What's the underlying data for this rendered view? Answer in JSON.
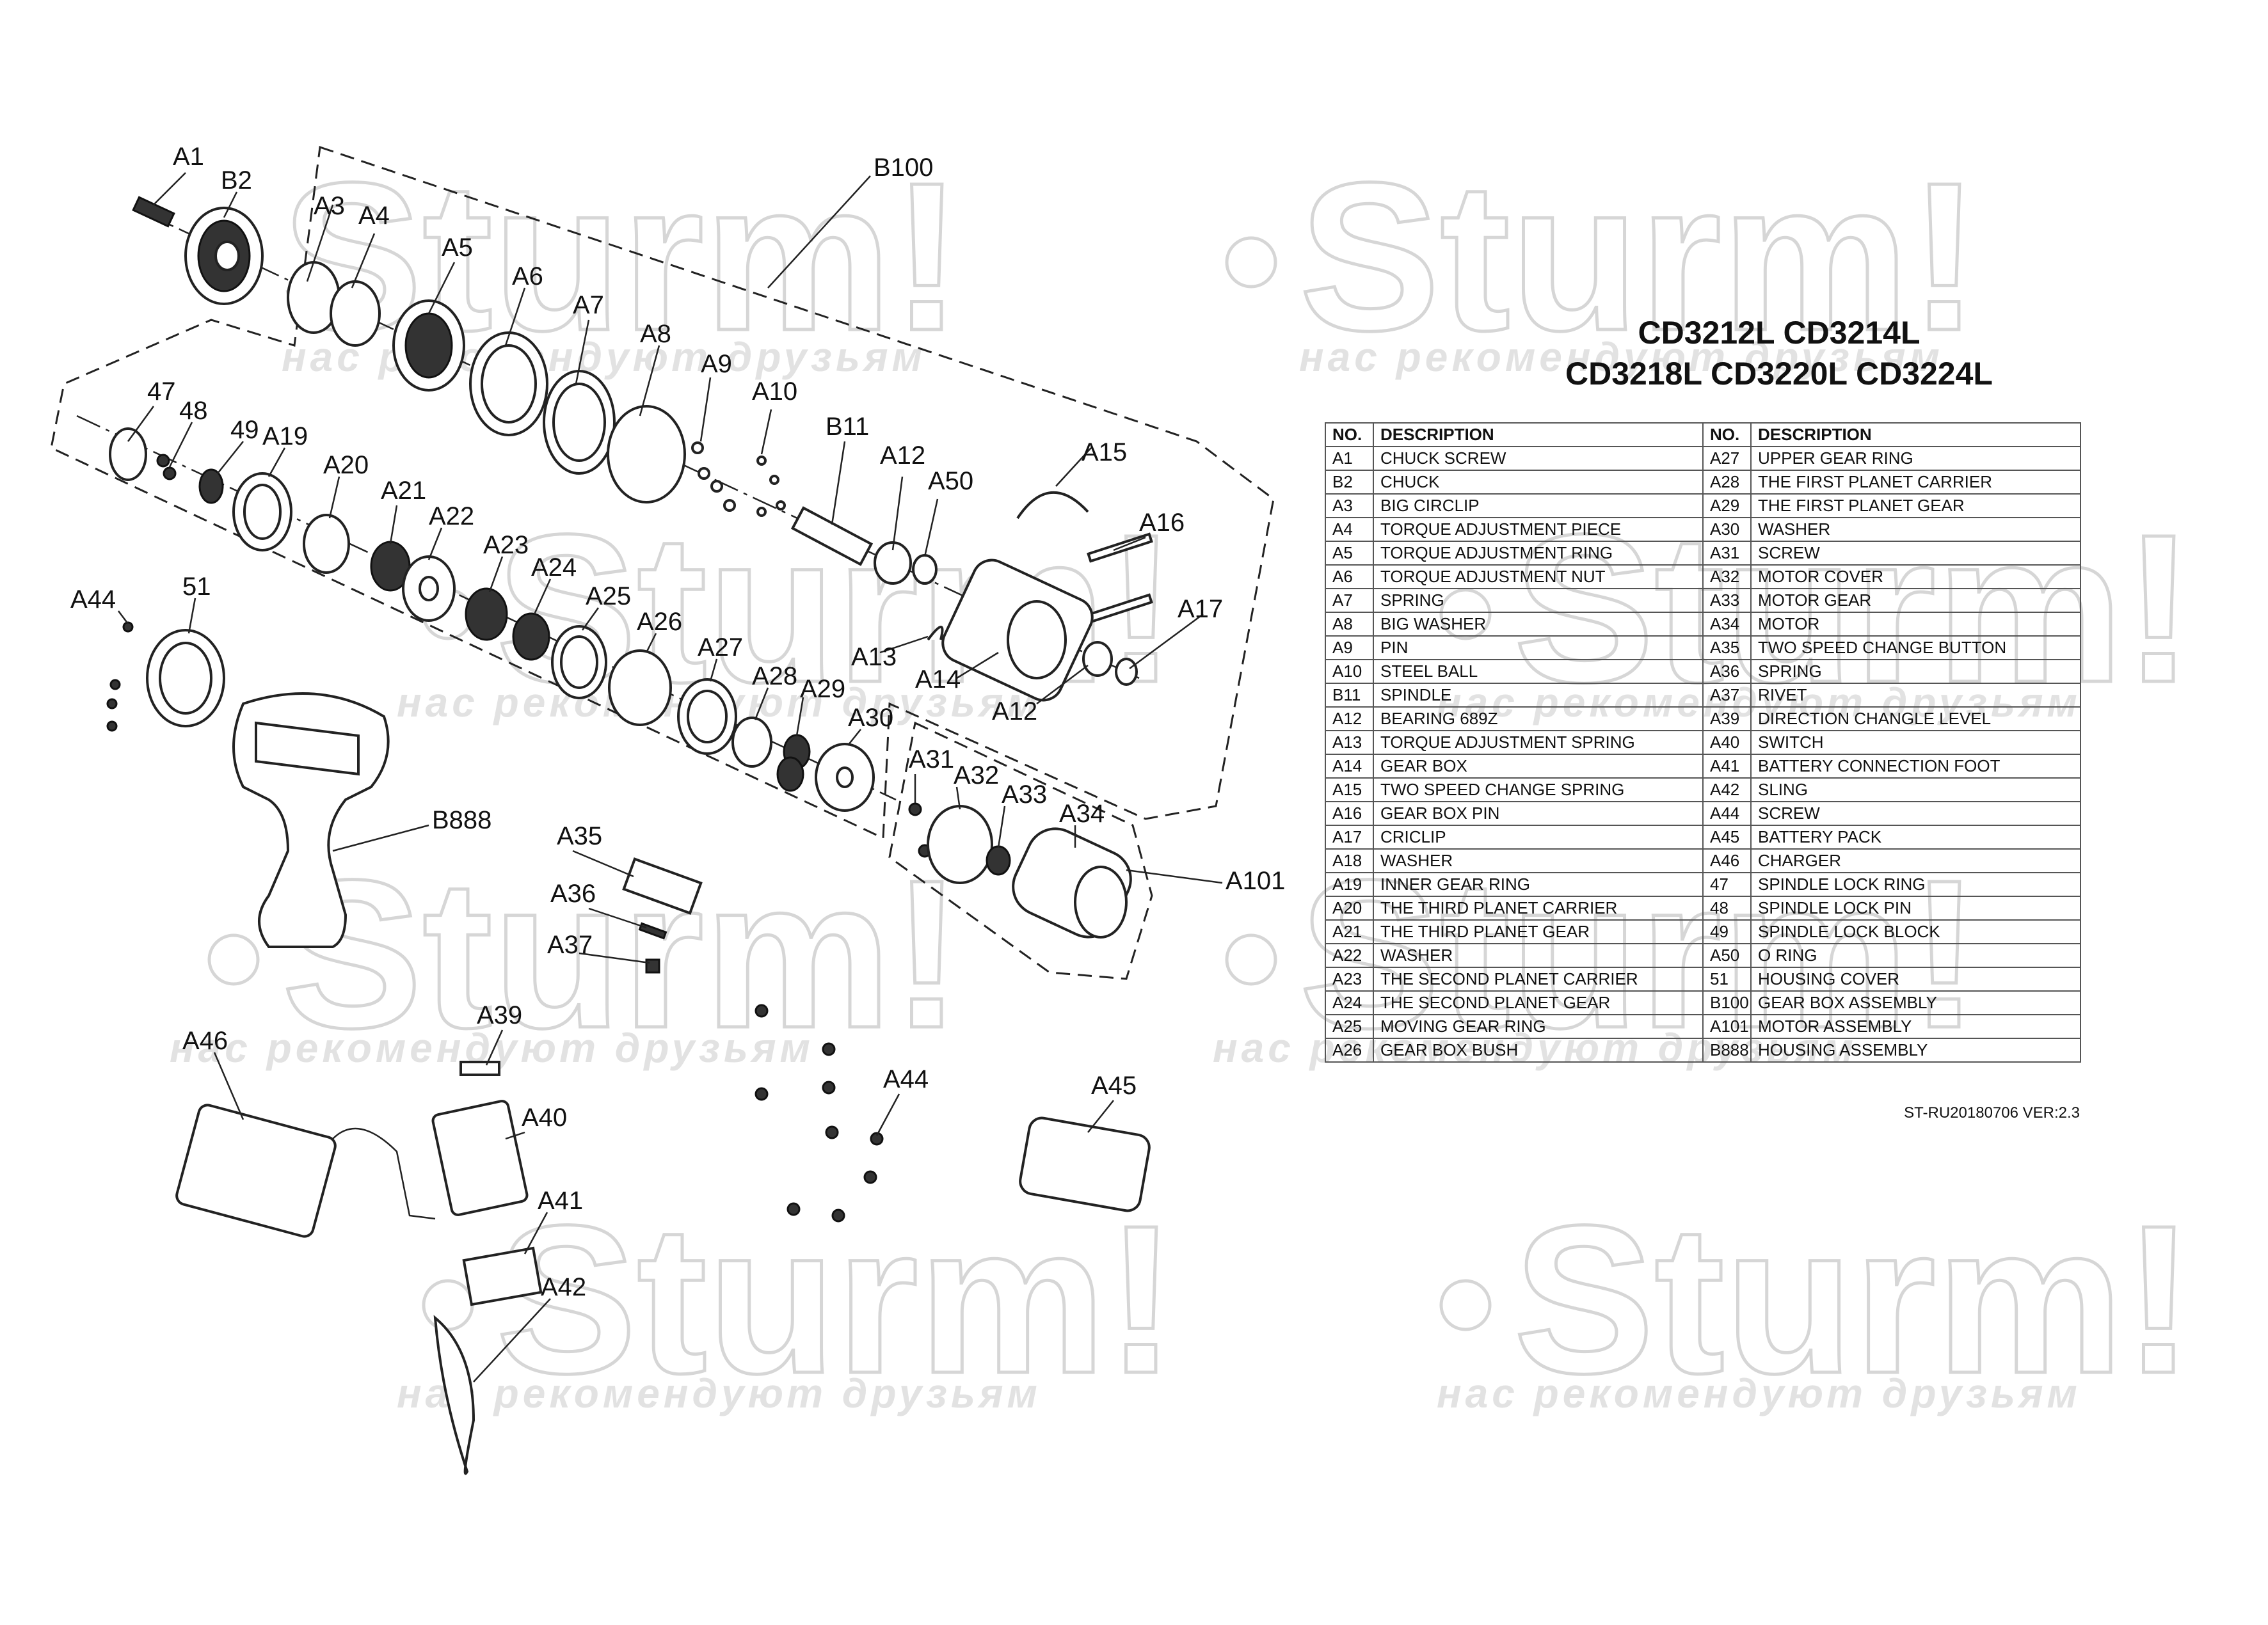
{
  "watermark": {
    "logo_text": "Sturm!",
    "tagline": "нас рекомендуют друзьям"
  },
  "diagram": {
    "callouts": {
      "A1": "A1",
      "B2": "B2",
      "A3": "A3",
      "A4": "A4",
      "A5": "A5",
      "A6": "A6",
      "A7": "A7",
      "A8": "A8",
      "A9": "A9",
      "A10": "A10",
      "B11": "B11",
      "A12": "A12",
      "A50": "A50",
      "A15": "A15",
      "A16": "A16",
      "A17": "A17",
      "A13": "A13",
      "A14": "A14",
      "A12b": "A12",
      "B100": "B100",
      "p47": "47",
      "p48": "48",
      "p49": "49",
      "A19": "A19",
      "A20": "A20",
      "A21": "A21",
      "A22": "A22",
      "A23": "A23",
      "A24": "A24",
      "A25": "A25",
      "A26": "A26",
      "A27": "A27",
      "A28": "A28",
      "A29": "A29",
      "A30": "A30",
      "A31": "A31",
      "A32": "A32",
      "A33": "A33",
      "A34": "A34",
      "A101": "A101",
      "A44a": "A44",
      "p51": "51",
      "B888": "B888",
      "A35": "A35",
      "A36": "A36",
      "A37": "A37",
      "A39": "A39",
      "A40": "A40",
      "A41": "A41",
      "A42": "A42",
      "A46": "A46",
      "A44b": "A44",
      "A45": "A45"
    }
  },
  "title": {
    "line1": "CD3212L  CD3214L",
    "line2": "CD3218L  CD3220L CD3224L"
  },
  "table": {
    "headers": [
      "NO.",
      "DESCRIPTION",
      "NO.",
      "DESCRIPTION"
    ],
    "rows": [
      [
        "A1",
        "CHUCK SCREW",
        "A27",
        "UPPER GEAR RING"
      ],
      [
        "B2",
        "CHUCK",
        "A28",
        "THE FIRST PLANET CARRIER"
      ],
      [
        "A3",
        "BIG CIRCLIP",
        "A29",
        "THE FIRST PLANET GEAR"
      ],
      [
        "A4",
        "TORQUE ADJUSTMENT PIECE",
        "A30",
        "WASHER"
      ],
      [
        "A5",
        "TORQUE ADJUSTMENT RING",
        "A31",
        "SCREW"
      ],
      [
        "A6",
        "TORQUE ADJUSTMENT NUT",
        "A32",
        "MOTOR COVER"
      ],
      [
        "A7",
        "SPRING",
        "A33",
        "MOTOR GEAR"
      ],
      [
        "A8",
        "BIG WASHER",
        "A34",
        "MOTOR"
      ],
      [
        "A9",
        "PIN",
        "A35",
        "TWO SPEED CHANGE BUTTON"
      ],
      [
        "A10",
        "STEEL BALL",
        "A36",
        "SPRING"
      ],
      [
        "B11",
        "SPINDLE",
        "A37",
        "RIVET"
      ],
      [
        "A12",
        "BEARING 689Z",
        "A39",
        "DIRECTION CHANGLE LEVEL"
      ],
      [
        "A13",
        "TORQUE ADJUSTMENT SPRING",
        "A40",
        "SWITCH"
      ],
      [
        "A14",
        "GEAR BOX",
        "A41",
        "BATTERY CONNECTION FOOT"
      ],
      [
        "A15",
        "TWO SPEED CHANGE SPRING",
        "A42",
        "SLING"
      ],
      [
        "A16",
        "GEAR BOX PIN",
        "A44",
        "SCREW"
      ],
      [
        "A17",
        "CRICLIP",
        "A45",
        "BATTERY PACK"
      ],
      [
        "A18",
        "WASHER",
        "A46",
        "CHARGER"
      ],
      [
        "A19",
        "INNER GEAR RING",
        "47",
        "SPINDLE LOCK RING"
      ],
      [
        "A20",
        "THE THIRD PLANET CARRIER",
        "48",
        "SPINDLE LOCK PIN"
      ],
      [
        "A21",
        "THE THIRD PLANET GEAR",
        "49",
        "SPINDLE LOCK BLOCK"
      ],
      [
        "A22",
        "WASHER",
        "A50",
        "O RING"
      ],
      [
        "A23",
        "THE SECOND PLANET CARRIER",
        "51",
        "HOUSING COVER"
      ],
      [
        "A24",
        "THE SECOND PLANET GEAR",
        "B100",
        "GEAR BOX ASSEMBLY"
      ],
      [
        "A25",
        "MOVING GEAR RING",
        "A101",
        "MOTOR ASSEMBLY"
      ],
      [
        "A26",
        "GEAR BOX BUSH",
        "B888",
        "HOUSING ASSEMBLY"
      ]
    ]
  },
  "footer": {
    "version": "ST-RU20180706   VER:2.3"
  }
}
